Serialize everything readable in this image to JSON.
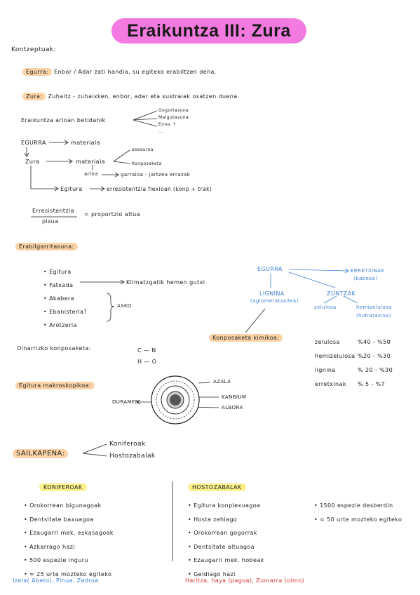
{
  "title": "Eraikuntza III: Zura",
  "kontzeptuak": "Kontzeptuak:",
  "egurra_label": "Egurra:",
  "egurra_text": "Enbor / Adar zati handia, su egiteko erabiltzen dena.",
  "zura_label": "Zura:",
  "zura_text": "Zuhaitz - zuhaixken, enbor, adar eta sustraiak osatzen duena.",
  "eraikuntza_text": "Eraikuntza arloan betidanik",
  "gogortasuna": [
    "Gogortasuna",
    "Malgutasuna",
    "Erres ↑",
    "..."
  ],
  "tree1": {
    "egurra": "EGURRA",
    "materiala1": "materiala",
    "zura": "Zura",
    "materiala2": "materiala",
    "asesorea": "aseaurea",
    "konposaketa": "Konposaketa",
    "arina": "arina",
    "garraioa": "garraioa - jartzea errazak",
    "egitura": "Egitura",
    "erresistentzia": "erresistentzia flexioan (konp + trak)"
  },
  "fraction": {
    "num": "Erresistentzia",
    "den": "pisua",
    "rest": "= proportzio altua"
  },
  "erabilgarritasuna": "Erabilgarritasuna:",
  "uses": [
    "Egitura",
    "Fatxada",
    "Akabera",
    "Ebanisteria?",
    "Arotzeria"
  ],
  "klima_text": "Klimatzgatik hemen gutxi",
  "asko": "ASKO",
  "diagram": {
    "egurra": "EGURRA",
    "erretxinak": "ERRETXINAK",
    "babesa": "(babesa)",
    "lignina": "LIGNINA",
    "aglomeratzailea": "(aglomeratzailea)",
    "zuntzak": "ZUNTZAK",
    "zelulosa": "zelulosa",
    "hemizelulosa": "hemizelulosa",
    "hidratazioa": "(hidratazioa)"
  },
  "konposaketa_kimikoa": "Konposaketa kimikoa:",
  "chem": [
    [
      "zelulosa",
      "%40 - %50"
    ],
    [
      "hemizelulosa",
      "%20 - %30"
    ],
    [
      "lignina",
      "% 20 - %30"
    ],
    [
      "erretxinak",
      "% 5 - %7"
    ]
  ],
  "oinarrizko_konposaketa": "Oinarrizko konposaketa:",
  "elements": [
    "C — N",
    "H — O"
  ],
  "egitura_makroskopikoa": "Egitura makroskopikoa:",
  "ring_labels": {
    "azala": "AZALA",
    "duramen": "DURAMEN",
    "kanbium": "KANBIUM",
    "albora": "ALBORA"
  },
  "sailkapena": "SAILKAPENA:",
  "sail_items": [
    "Koniferoak",
    "Hostozabalak"
  ],
  "koniferoak_head": "KONIFEROAK",
  "koniferoak": [
    "Orokorrean bigunagoak",
    "Dentsitate baxuagoa",
    "Ezaugarri mek. eskasagoak",
    "Azkarrago hazi",
    "500 espezie inguru",
    "≈ 25 urte mozteko egiteko"
  ],
  "hostozabalak_head": "HOSTOZABALAK",
  "hostozabalak_col1": [
    "Egitura konplexuagoa",
    "Hosta zehiago",
    "Orokorrean gogorrak",
    "Dentsitate altuagoa",
    "Ezaugarri mek. hobeak",
    "Geldiago hazi"
  ],
  "hostozabalak_col2": [
    "1500 espezie desberdin",
    "≈ 50 urte mozteko egiteko"
  ],
  "footer_left": "Izeia( Abeto), Pinua, Zedroa",
  "footer_right": "Haritza, haya (pagoa), Zumarra (olmo)"
}
